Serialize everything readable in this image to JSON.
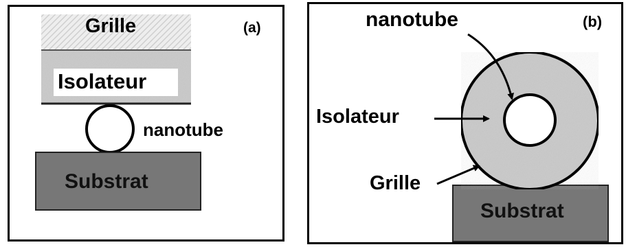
{
  "panel_a": {
    "tag": "(a)",
    "labels": {
      "gate": "Grille",
      "insulator": "Isolateur",
      "nanotube": "nanotube",
      "substrate": "Substrat"
    }
  },
  "panel_b": {
    "tag": "(b)",
    "labels": {
      "nanotube": "nanotube",
      "insulator": "Isolateur",
      "gate": "Grille",
      "substrate": "Substrat"
    }
  },
  "colors": {
    "border": "#000000",
    "insulator": "#cfcfcf",
    "gate_hatch": "#d9d9d9",
    "substrate": "#7a7a7a",
    "background": "#ffffff"
  }
}
